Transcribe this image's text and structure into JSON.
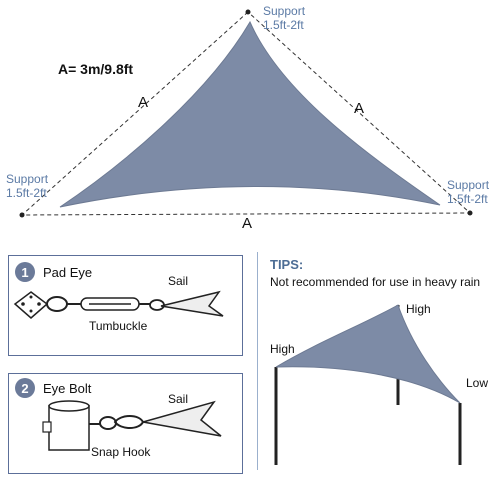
{
  "top_diagram": {
    "dimension_label": "A= 3m/9.8ft",
    "side_labels": [
      "A",
      "A",
      "A"
    ],
    "support_labels": [
      {
        "line1": "Support",
        "line2": "1.5ft-2ft"
      },
      {
        "line1": "Support",
        "line2": "1.5ft-2ft"
      },
      {
        "line1": "Support",
        "line2": "1.5ft-2ft"
      }
    ],
    "sail_color": "#7d8ba6"
  },
  "pad_eye_panel": {
    "number": "1",
    "title": "Pad Eye",
    "sail_label": "Sail",
    "part_label": "Tumbuckle"
  },
  "eye_bolt_panel": {
    "number": "2",
    "title": "Eye Bolt",
    "sail_label": "Sail",
    "part_label": "Snap Hook"
  },
  "tips": {
    "title": "TIPS:",
    "note": "Not recommended for use in heavy rain",
    "high_left": "High",
    "high_top": "High",
    "low_right": "Low"
  },
  "colors": {
    "sail": "#7d8ba6",
    "support_text": "#5b7aa5",
    "panel_border": "#5c6f99",
    "badge": "#6b7a99"
  }
}
